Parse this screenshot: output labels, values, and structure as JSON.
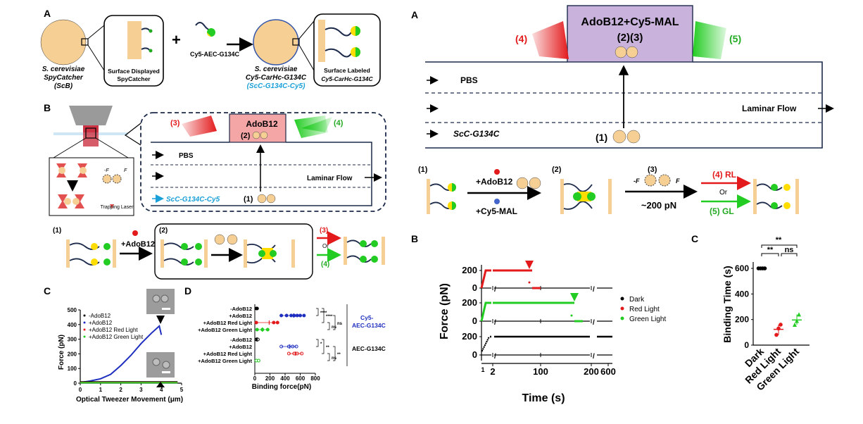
{
  "left": {
    "panelA": {
      "letter": "A",
      "cell1": [
        "S. cerevisiae",
        "SpyCatcher",
        "(ScB)"
      ],
      "box1": [
        "Surface Displayed",
        "SpyCatcher"
      ],
      "plus": "+",
      "reagent": "Cy5-AEC-G134C",
      "cell2": [
        "S. cerevisiae",
        "Cy5-CarHc-G134C",
        "(ScC-G134C-Cy5)"
      ],
      "box2": [
        "Surface Labeled",
        "Cy5-CarHc-G134C"
      ]
    },
    "panelB": {
      "letter": "B",
      "light3": "(3)",
      "light4": "(4)",
      "reservoir": "AdoB12",
      "reservoir_pos": "(2)",
      "pbs": "PBS",
      "laminar": "Laminar Flow",
      "cells": "ScC-G134C-Cy5",
      "pos1": "(1)",
      "trapping": "Trapping Laser",
      "force_label_l": "-F",
      "force_label_r": "F",
      "step1": "(1)",
      "step2": "(2)",
      "reagent": "+AdoB12",
      "out3": "(3)",
      "or": "Or",
      "out4": "(4)"
    },
    "panelC": {
      "letter": "C",
      "ylabel": "Force (pN)",
      "xlabel": "Optical Tweezer Movement (μm)",
      "legend": [
        "-AdoB12",
        "+AdoB12",
        "+AdoB12 Red Light",
        "+AdoB12 Green Light"
      ],
      "yticks": [
        "0",
        "100",
        "200",
        "300",
        "400",
        "500"
      ],
      "xticks": [
        "0",
        "1",
        "2",
        "3",
        "4",
        "5"
      ]
    },
    "panelD": {
      "letter": "D",
      "xlabel": "Binding force(pN)",
      "rows": [
        "-AdoB12",
        "+AdoB12",
        "+AdoB12 Red Light",
        "+AdoB12 Green Light",
        "-AdoB12",
        "+AdoB12",
        "+AdoB12 Red Light",
        "+AdoB12 Green Light"
      ],
      "xticks": [
        "0",
        "200",
        "400",
        "600",
        "800"
      ],
      "group1": [
        "Cy5-",
        "AEC-G134C"
      ],
      "group2": "AEC-G134C",
      "sig": [
        "****",
        "****",
        "ns",
        "ns",
        "*",
        "**",
        "ns",
        "**"
      ]
    }
  },
  "right": {
    "panelA": {
      "letter": "A",
      "reservoir": "AdoB12+Cy5-MAL",
      "reservoir_pos": "(2)(3)",
      "light4": "(4)",
      "light5": "(5)",
      "pbs": "PBS",
      "laminar": "Laminar Flow",
      "cells": "ScC-G134C",
      "pos1": "(1)",
      "s1": "(1)",
      "s2": "(2)",
      "s3": "(3)",
      "reag1": "+AdoB12",
      "reag2": "+Cy5-MAL",
      "force": "~200 pN",
      "fl": "-F",
      "fr": "F",
      "rl": "(4) RL",
      "or": "Or",
      "gl": "(5) GL"
    },
    "panelB": {
      "letter": "B",
      "ylabel": "Force (pN)",
      "xlabel": "Time (s)",
      "yticks": [
        "200",
        "0",
        "200",
        "0",
        "200",
        "0"
      ],
      "xticks": [
        "2",
        "100",
        "200",
        "600"
      ],
      "xtick_extra": "1",
      "legend": [
        "Dark",
        "Red Light",
        "Green Light"
      ]
    },
    "panelC": {
      "letter": "C",
      "ylabel": "Binding Time (s)",
      "yticks": [
        "0",
        "200",
        "400",
        "600"
      ],
      "categories": [
        "Dark",
        "Red Light",
        "Green Light"
      ],
      "sig": [
        "**",
        "**",
        "ns"
      ]
    }
  },
  "colors": {
    "cell": "#f6cf95",
    "red": "#e31a1c",
    "green": "#22cc22",
    "blue": "#1f2fbf",
    "lavender": "#c9b3dd",
    "pink": "#f4a5a5",
    "navy": "#1c2a4a",
    "cyan": "#1aa0d8"
  },
  "chart_data": [
    {
      "type": "line",
      "title": "",
      "xlabel": "Optical Tweezer Movement (μm)",
      "ylabel": "Force (pN)",
      "xlim": [
        0,
        5
      ],
      "ylim": [
        0,
        500
      ],
      "series": [
        {
          "name": "+AdoB12",
          "x": [
            0,
            0.5,
            1.0,
            1.5,
            2.0,
            2.5,
            3.0,
            3.5,
            3.9,
            4.0
          ],
          "y": [
            5,
            15,
            30,
            60,
            120,
            190,
            270,
            340,
            390,
            330
          ]
        },
        {
          "name": "-AdoB12",
          "x": [
            0,
            4.8
          ],
          "y": [
            8,
            8
          ]
        },
        {
          "name": "+AdoB12 Red Light",
          "x": [
            0,
            4.8
          ],
          "y": [
            5,
            5
          ]
        },
        {
          "name": "+AdoB12 Green Light",
          "x": [
            0,
            4.8
          ],
          "y": [
            3,
            3
          ]
        }
      ]
    },
    {
      "type": "scatter",
      "title": "",
      "xlabel": "Binding force(pN)",
      "xlim": [
        0,
        800
      ],
      "categories": [
        "-AdoB12",
        "+AdoB12",
        "+AdoB12 Red Light",
        "+AdoB12 Green Light",
        "-AdoB12",
        "+AdoB12",
        "+AdoB12 Red Light",
        "+AdoB12 Green Light"
      ],
      "values": [
        [
          20,
          30
        ],
        [
          350,
          420,
          480,
          520,
          560,
          600,
          650
        ],
        [
          20,
          250,
          300
        ],
        [
          30,
          100,
          170
        ],
        [
          20,
          30,
          40
        ],
        [
          350,
          450,
          500,
          550
        ],
        [
          450,
          520,
          560,
          620
        ],
        [
          20,
          50
        ]
      ]
    },
    {
      "type": "scatter",
      "title": "",
      "xlabel": "Time (s)",
      "ylabel": "Force (pN)",
      "series": [
        {
          "name": "Red Light",
          "level": 200,
          "x_end": 80
        },
        {
          "name": "Green Light",
          "level": 200,
          "x_end": 150
        },
        {
          "name": "Dark",
          "level": 200,
          "x_end": 600
        }
      ]
    },
    {
      "type": "scatter",
      "title": "",
      "ylabel": "Binding Time (s)",
      "ylim": [
        0,
        650
      ],
      "categories": [
        "Dark",
        "Red Light",
        "Green Light"
      ],
      "values": [
        [
          600,
          600,
          600,
          600
        ],
        [
          80,
          130,
          160
        ],
        [
          160,
          190,
          240
        ]
      ]
    }
  ]
}
